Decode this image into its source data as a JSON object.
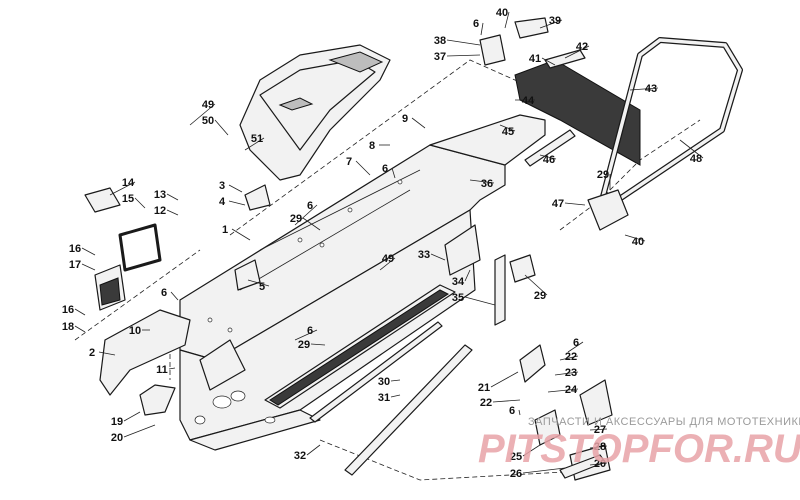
{
  "diagram": {
    "callouts": [
      {
        "id": "c1",
        "text": "1"
      },
      {
        "id": "c2",
        "text": "2"
      },
      {
        "id": "c3",
        "text": "3"
      },
      {
        "id": "c4",
        "text": "4"
      },
      {
        "id": "c5",
        "text": "5"
      },
      {
        "id": "c6a",
        "text": "6"
      },
      {
        "id": "c6b",
        "text": "6"
      },
      {
        "id": "c6c",
        "text": "6"
      },
      {
        "id": "c6d",
        "text": "6"
      },
      {
        "id": "c6e",
        "text": "6"
      },
      {
        "id": "c6f",
        "text": "6"
      },
      {
        "id": "c6g",
        "text": "6"
      },
      {
        "id": "c7",
        "text": "7"
      },
      {
        "id": "c8",
        "text": "8"
      },
      {
        "id": "c9",
        "text": "9"
      },
      {
        "id": "c10",
        "text": "10"
      },
      {
        "id": "c11",
        "text": "11"
      },
      {
        "id": "c12",
        "text": "12"
      },
      {
        "id": "c13",
        "text": "13"
      },
      {
        "id": "c14",
        "text": "14"
      },
      {
        "id": "c15",
        "text": "15"
      },
      {
        "id": "c16a",
        "text": "16"
      },
      {
        "id": "c16b",
        "text": "16"
      },
      {
        "id": "c17",
        "text": "17"
      },
      {
        "id": "c18",
        "text": "18"
      },
      {
        "id": "c19",
        "text": "19"
      },
      {
        "id": "c20a",
        "text": "20"
      },
      {
        "id": "c20b",
        "text": "20"
      },
      {
        "id": "c21",
        "text": "21"
      },
      {
        "id": "c22a",
        "text": "22"
      },
      {
        "id": "c22b",
        "text": "22"
      },
      {
        "id": "c23",
        "text": "23"
      },
      {
        "id": "c24",
        "text": "24"
      },
      {
        "id": "c25",
        "text": "25"
      },
      {
        "id": "c26",
        "text": "26"
      },
      {
        "id": "c27",
        "text": "27"
      },
      {
        "id": "c28",
        "text": "28"
      },
      {
        "id": "c29a",
        "text": "29"
      },
      {
        "id": "c29b",
        "text": "29"
      },
      {
        "id": "c29c",
        "text": "29"
      },
      {
        "id": "c29d",
        "text": "29"
      },
      {
        "id": "c30",
        "text": "30"
      },
      {
        "id": "c31",
        "text": "31"
      },
      {
        "id": "c32",
        "text": "32"
      },
      {
        "id": "c33",
        "text": "33"
      },
      {
        "id": "c34",
        "text": "34"
      },
      {
        "id": "c35",
        "text": "35"
      },
      {
        "id": "c36",
        "text": "36"
      },
      {
        "id": "c37",
        "text": "37"
      },
      {
        "id": "c38",
        "text": "38"
      },
      {
        "id": "c39",
        "text": "39"
      },
      {
        "id": "c40a",
        "text": "40"
      },
      {
        "id": "c40b",
        "text": "40"
      },
      {
        "id": "c41",
        "text": "41"
      },
      {
        "id": "c42",
        "text": "42"
      },
      {
        "id": "c43",
        "text": "43"
      },
      {
        "id": "c44",
        "text": "44"
      },
      {
        "id": "c45",
        "text": "45"
      },
      {
        "id": "c46",
        "text": "46"
      },
      {
        "id": "c47",
        "text": "47"
      },
      {
        "id": "c48",
        "text": "48"
      },
      {
        "id": "c49a",
        "text": "49"
      },
      {
        "id": "c49b",
        "text": "49"
      },
      {
        "id": "c50",
        "text": "50"
      },
      {
        "id": "c51",
        "text": "51"
      }
    ]
  },
  "watermark": {
    "tagline": "ЗАПЧАСТИ И АКСЕССУАРЫ ДЛЯ МОТОТЕХНИКИ",
    "logo": "PITSTOPFOR.RU"
  }
}
